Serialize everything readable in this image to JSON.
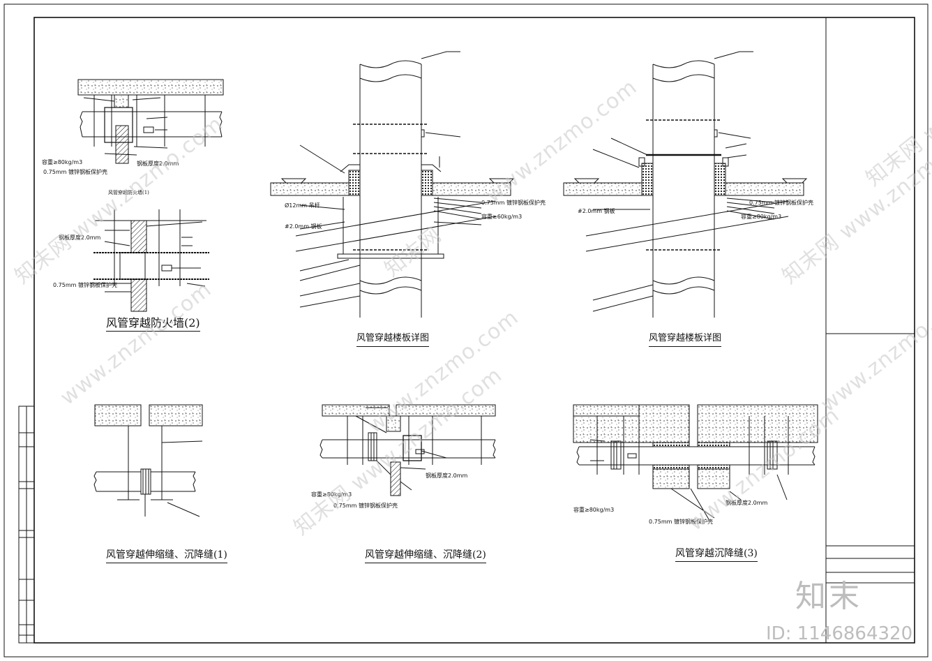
{
  "titles": {
    "fire_wall_1": "风管穿越防火墙(1)",
    "fire_wall_2": "风管穿越防火墙(2)",
    "floor_slab_a": "风管穿越楼板详图",
    "floor_slab_b": "风管穿越楼板详图",
    "joint_1": "风管穿越伸缩缝、沉降缝(1)",
    "joint_2": "风管穿越伸缩缝、沉降缝(2)",
    "settle_3": "风管穿越沉降缝(3)"
  },
  "labels": {
    "t075_a": "0.75mm 镀锌钢板保护壳",
    "rock_80_a": "容重≥80kg/m3",
    "steel_20_a": "钢板厚度2.0mm",
    "steel_20_b": "钢板厚度2.0mm",
    "t075_b": "0.75mm 镀锌钢板保护壳",
    "t075_c": "0.75mm 镀锌钢板保护壳",
    "rod_12": "Ø12mm 吊杆",
    "steel_20_c": "#2.0mm 钢板",
    "rock_80_c": "容重≥60kg/m3",
    "t075_d": "0.75mm 镀锌钢板保护壳",
    "steel_20_d": "#2.0mm 钢板",
    "rock_80_d": "容重≥80kg/m3",
    "rock_80_e": "容重≥80kg/m3",
    "t075_e": "0.75mm 镀锌钢板保护壳",
    "steel_20_e": "钢板厚度2.0mm",
    "rock_80_f": "容重≥80kg/m3",
    "steel_20_f": "钢板厚度2.0mm",
    "t075_f": "0.75mm 镀锌钢板保护壳"
  },
  "watermarks": [
    "www.znzmo.com",
    "知末网 www.znzmo.com",
    "www.znzmo.com",
    "知末网 www.znzmo.com",
    "www.znzmo.com",
    "知末网 www.znzmo.com",
    "www.znzmo.com",
    "知末网",
    "www.znzmo.com",
    "知末网 www.znzmo.com"
  ],
  "brand": "知末",
  "id_tag": "ID: 1146864320",
  "colors": {
    "line": "#111111",
    "watermark": "#c8c8c8"
  }
}
